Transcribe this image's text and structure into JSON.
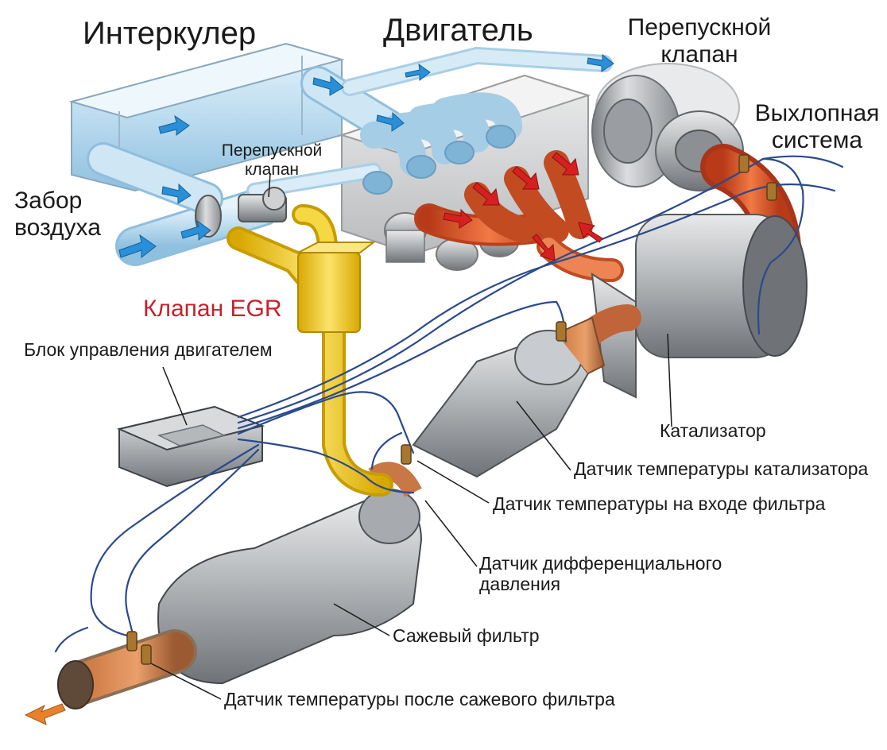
{
  "labels": {
    "intercooler": "Интеркулер",
    "engine": "Двигатель",
    "bypass_valve_top": "Перепускной клапан",
    "exhaust_system": "Выхлопная система",
    "bypass_valve_small": "Перепускной клапан",
    "air_intake": "Забор воздуха",
    "egr_valve": "Клапан EGR",
    "ecu": "Блок управления двигателем",
    "catalyst": "Катализатор",
    "catalyst_temp_sensor": "Датчик температуры катализатора",
    "filter_inlet_temp_sensor": "Датчик температуры на входе фильтра",
    "differential_pressure_sensor": "Датчик дифференциального давления",
    "soot_filter": "Сажевый фильтр",
    "after_filter_temp_sensor": "Датчик температуры после сажевого фильтра"
  },
  "colors": {
    "intake_air": "#bcdcef",
    "air_arrow": "#2a8fd6",
    "hot_exhaust": "#e0552a",
    "egr_pipe": "#f3cf1e",
    "metal": "#b8babd",
    "wire": "#2b4a8c",
    "label_red": "#c8202a",
    "outlet_arrow": "#e8812a"
  },
  "icons": [
    "air-flow-arrow-icon",
    "exhaust-flow-arrow-icon",
    "outlet-arrow-icon"
  ]
}
